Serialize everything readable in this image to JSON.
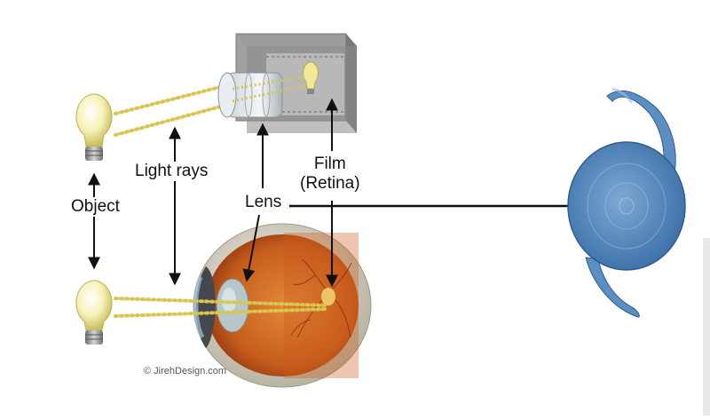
{
  "labels": {
    "object": "Object",
    "light_rays": "Light rays",
    "lens": "Lens",
    "film": "Film",
    "retina": "(Retina)"
  },
  "copyright": "© JirehDesign.com",
  "colors": {
    "arrow": "#111111",
    "ray_dots": "#d8c650",
    "bulb_glass": "#f6f2b8",
    "eye_orange": "#cf6a25",
    "sclera": "#ddd8cc",
    "camera_body": "#8d8d8d",
    "iol_blue": "#4f86be"
  },
  "icons": [
    "light-bulb-icon",
    "camera-icon",
    "eye-cross-section-icon",
    "intraocular-lens-icon"
  ]
}
